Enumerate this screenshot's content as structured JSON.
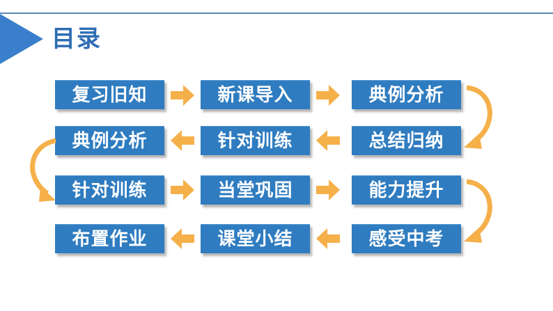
{
  "header": {
    "title": "目录",
    "accent_color": "#2e6db4",
    "triangle_color": "#3a7fcb"
  },
  "flow": {
    "box_color": "#2f7cc0",
    "arrow_color": "#f5b04a",
    "steps": [
      {
        "label": "复习旧知"
      },
      {
        "label": "新课导入"
      },
      {
        "label": "典例分析"
      },
      {
        "label": "总结归纳"
      },
      {
        "label": "针对训练"
      },
      {
        "label": "典例分析"
      },
      {
        "label": "针对训练"
      },
      {
        "label": "当堂巩固"
      },
      {
        "label": "能力提升"
      },
      {
        "label": "感受中考"
      },
      {
        "label": "课堂小结"
      },
      {
        "label": "布置作业"
      }
    ]
  }
}
